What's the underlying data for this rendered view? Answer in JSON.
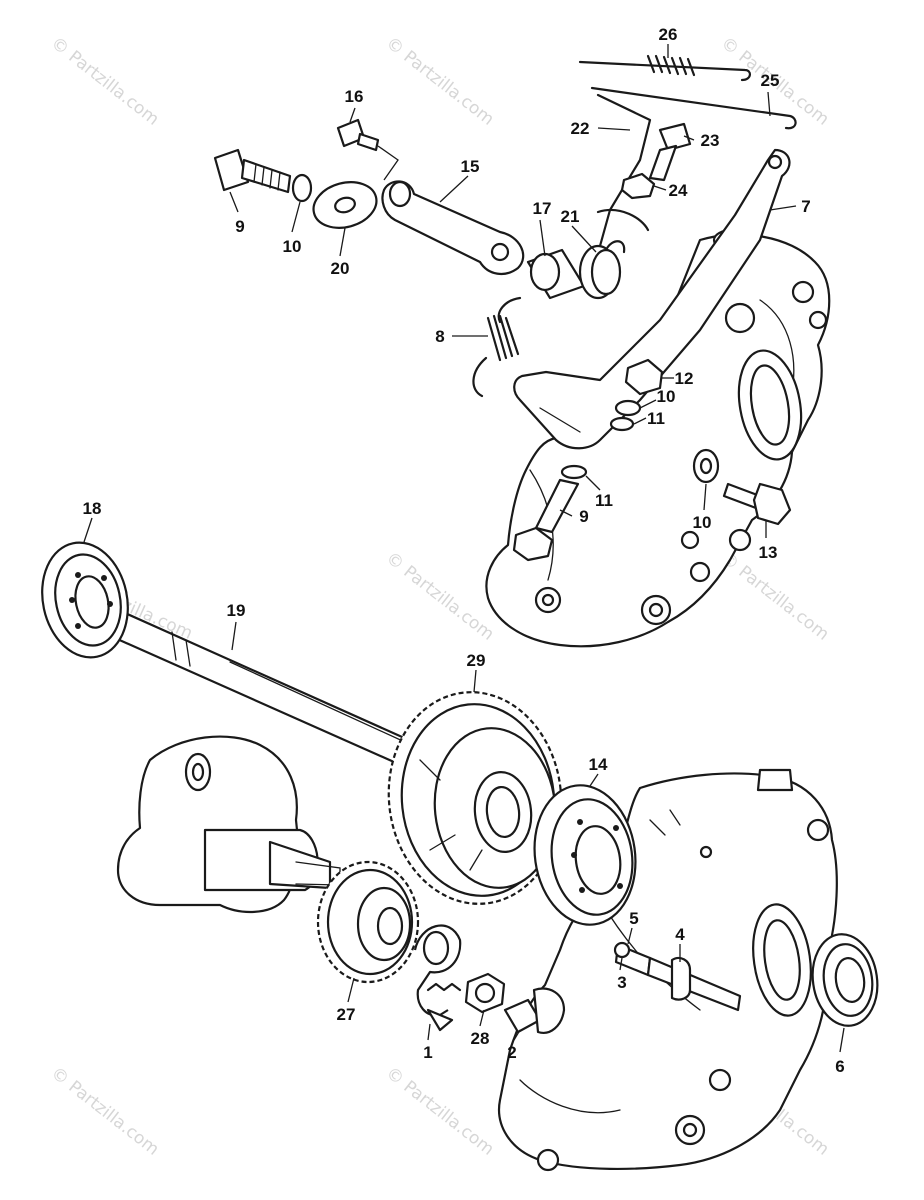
{
  "watermark": "© Partzilla.com",
  "shaft_watermark": "Partzilla.com",
  "callouts": [
    {
      "id": "c1",
      "label": "1"
    },
    {
      "id": "c2",
      "label": "2"
    },
    {
      "id": "c3",
      "label": "3"
    },
    {
      "id": "c4",
      "label": "4"
    },
    {
      "id": "c5",
      "label": "5"
    },
    {
      "id": "c6",
      "label": "6"
    },
    {
      "id": "c7",
      "label": "7"
    },
    {
      "id": "c8",
      "label": "8"
    },
    {
      "id": "c9a",
      "label": "9"
    },
    {
      "id": "c9b",
      "label": "9"
    },
    {
      "id": "c10a",
      "label": "10"
    },
    {
      "id": "c10b",
      "label": "10"
    },
    {
      "id": "c10c",
      "label": "10"
    },
    {
      "id": "c11a",
      "label": "11"
    },
    {
      "id": "c11b",
      "label": "11"
    },
    {
      "id": "c12",
      "label": "12"
    },
    {
      "id": "c13",
      "label": "13"
    },
    {
      "id": "c14",
      "label": "14"
    },
    {
      "id": "c15",
      "label": "15"
    },
    {
      "id": "c16",
      "label": "16"
    },
    {
      "id": "c17",
      "label": "17"
    },
    {
      "id": "c18",
      "label": "18"
    },
    {
      "id": "c19",
      "label": "19"
    },
    {
      "id": "c20",
      "label": "20"
    },
    {
      "id": "c21",
      "label": "21"
    },
    {
      "id": "c22",
      "label": "22"
    },
    {
      "id": "c23",
      "label": "23"
    },
    {
      "id": "c24",
      "label": "24"
    },
    {
      "id": "c25",
      "label": "25"
    },
    {
      "id": "c26",
      "label": "26"
    },
    {
      "id": "c27",
      "label": "27"
    },
    {
      "id": "c28",
      "label": "28"
    },
    {
      "id": "c29",
      "label": "29"
    }
  ]
}
